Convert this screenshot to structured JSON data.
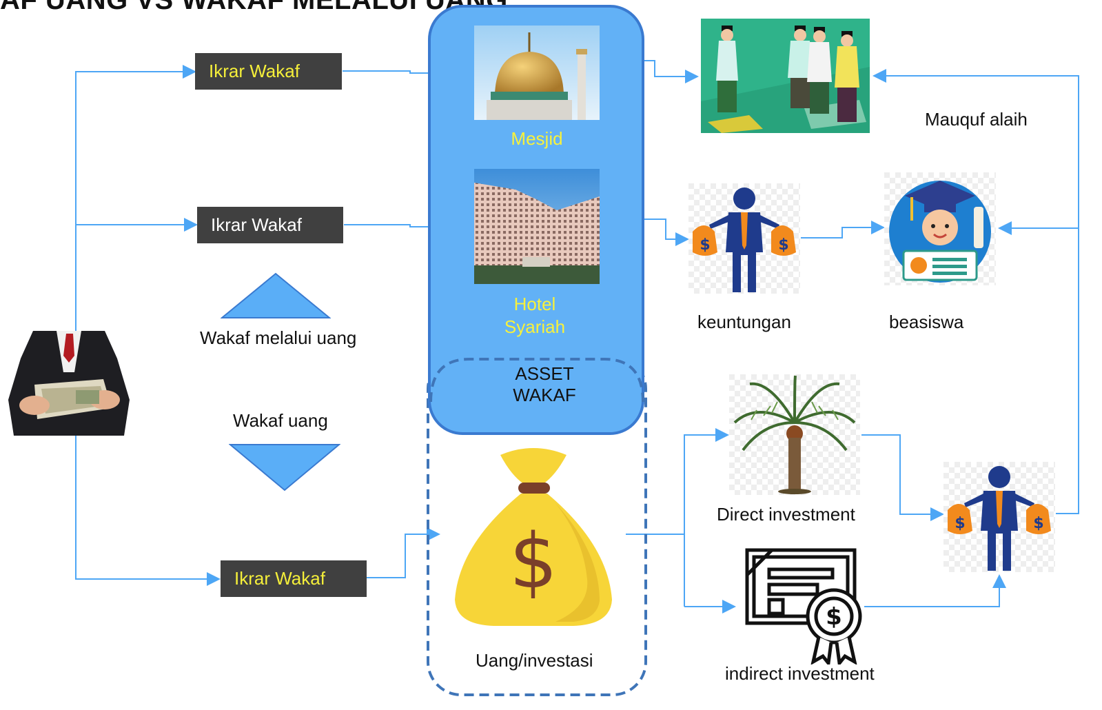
{
  "title": "AF UANG VS WAKAF MELALUI UANG",
  "ikrar_boxes": [
    "Ikrar Wakaf",
    "Ikrar Wakaf",
    "Ikrar Wakaf"
  ],
  "labels": {
    "mesjid": "Mesjid",
    "hotel_line1": "Hotel",
    "hotel_line2": "Syariah",
    "asset_line1": "ASSET",
    "asset_line2": "WAKAF",
    "wakaf_melalui_uang": "Wakaf melalui uang",
    "wakaf_uang": "Wakaf uang",
    "uang_investasi": "Uang/investasi",
    "mauquf_alaih": "Mauquf alaih",
    "keuntungan": "keuntungan",
    "beasiswa": "beasiswa",
    "direct_investment": "Direct investment",
    "indirect_investment": "indirect investment"
  },
  "icons": [
    "businessman-money-icon",
    "mosque-icon",
    "hotel-icon",
    "praying-people-icon",
    "profit-man-icon",
    "graduate-icon",
    "palm-tree-icon",
    "certificate-icon",
    "money-bag-icon",
    "up-triangle-icon",
    "down-triangle-icon"
  ],
  "colors": {
    "accent_blue": "#5aaef7",
    "panel_blue": "#62b1f6",
    "panel_border": "#3a7ad0",
    "ikrar_box": "#404040",
    "yellow_text": "#f7f13c",
    "arrow": "#4da6f5"
  }
}
